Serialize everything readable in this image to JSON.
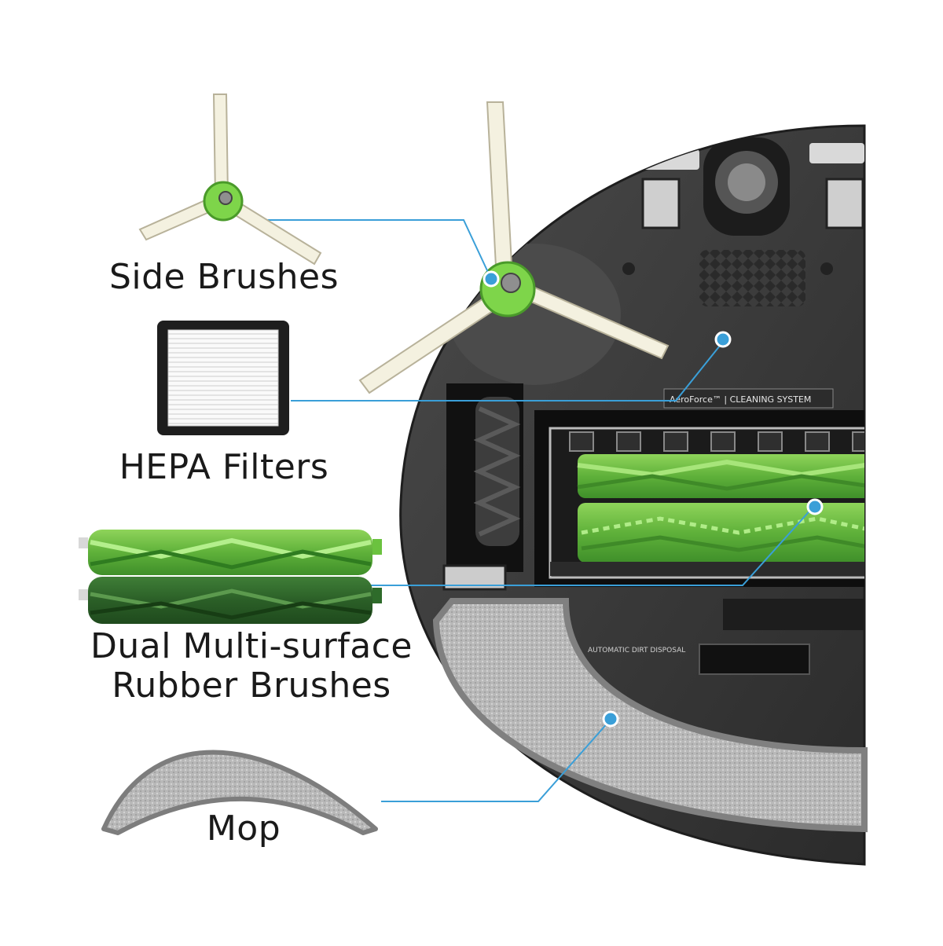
{
  "labels": {
    "side_brushes": "Side Brushes",
    "hepa_filters": "HEPA Filters",
    "rubber_brushes_line1": "Dual Multi-surface",
    "rubber_brushes_line2": "Rubber Brushes",
    "mop": "Mop"
  },
  "robot_text": {
    "aeroforce": "AeroForce™ | CLEANING SYSTEM",
    "dirt_disposal": "AUTOMATIC DIRT DISPOSAL"
  },
  "colors": {
    "callout_line": "#3a9fd8",
    "brush_green": "#6bc23f",
    "brush_dark_green": "#2e6b2a",
    "robot_body": "#3a3a3a",
    "mop_gray": "#a9a9a9"
  }
}
